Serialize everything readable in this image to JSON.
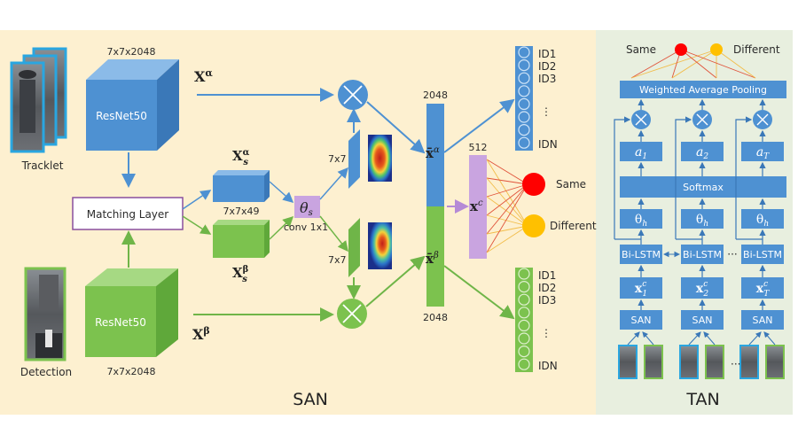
{
  "colors": {
    "san_bg": "#fdf0d0",
    "tan_bg": "#e8efdf",
    "blue": "#4e91d2",
    "blue_dark": "#3a78b8",
    "blue_light": "#7fb2e3",
    "green": "#7cc24e",
    "green_dark": "#5fa83a",
    "green_light": "#a6d983",
    "purple": "#c9a4e0",
    "purple_border": "#8a4f9e",
    "same": "#ff0000",
    "different": "#ffc000"
  },
  "san": {
    "title": "SAN",
    "tracklet_label": "Tracklet",
    "detection_label": "Detection",
    "resnet_top": {
      "label": "ResNet50",
      "dims": "7x7x2048"
    },
    "resnet_bottom": {
      "label": "ResNet50",
      "dims": "7x7x2048"
    },
    "x_alpha": {
      "main": "X",
      "sup": "α"
    },
    "x_beta": {
      "main": "X",
      "sup": "β"
    },
    "matching_layer": "Matching Layer",
    "xs_alpha": {
      "main": "X",
      "sup": "α",
      "sub": "s"
    },
    "xs_beta": {
      "main": "X",
      "sup": "β",
      "sub": "s"
    },
    "match_dims": "7x7x49",
    "theta_s": {
      "main": "θ",
      "sub": "s"
    },
    "conv_label": "conv 1x1",
    "attn_top_dims": "7x7",
    "attn_bottom_dims": "7x7",
    "multiply_glyph": "×",
    "feat_top_dims": "2048",
    "feat_bottom_dims": "2048",
    "xbar_alpha": {
      "main": "x̄",
      "sup": "α"
    },
    "xbar_beta": {
      "main": "x̄",
      "sup": "β"
    },
    "xc": {
      "main": "x",
      "sup": "c"
    },
    "xc_dims": "512",
    "same_label": "Same",
    "different_label": "Different",
    "id_top": [
      "ID1",
      "ID2",
      "ID3",
      "IDN"
    ],
    "id_bottom": [
      "ID1",
      "ID2",
      "ID3",
      "IDN"
    ],
    "ellipsis_vertical": "⋮"
  },
  "tan": {
    "title": "TAN",
    "same_label": "Same",
    "different_label": "Different",
    "pooling_label": "Weighted Average Pooling",
    "softmax_label": "Softmax",
    "columns": [
      {
        "a": "a",
        "a_sub": "1",
        "theta": "θ",
        "theta_sub": "h",
        "lstm": "Bi-LSTM",
        "x": "x",
        "x_sup": "c",
        "x_sub": "1",
        "san": "SAN"
      },
      {
        "a": "a",
        "a_sub": "2",
        "theta": "θ",
        "theta_sub": "h",
        "lstm": "Bi-LSTM",
        "x": "x",
        "x_sup": "c",
        "x_sub": "2",
        "san": "SAN"
      },
      {
        "a": "a",
        "a_sub": "T",
        "theta": "θ",
        "theta_sub": "h",
        "lstm": "Bi-LSTM",
        "x": "x",
        "x_sup": "c",
        "x_sub": "T",
        "san": "SAN"
      }
    ],
    "ellipsis": "···"
  }
}
